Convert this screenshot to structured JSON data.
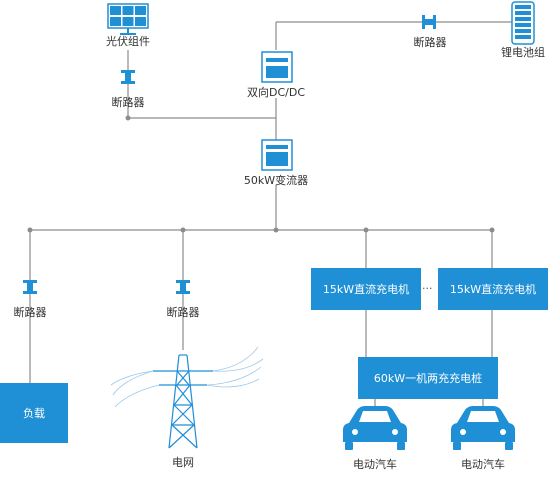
{
  "colors": {
    "accent": "#1f8fd6",
    "line": "#8c8c8c",
    "text": "#333333"
  },
  "labels": {
    "solar": "光伏组件",
    "breaker_solar": "断路器",
    "dcdc": "双向DC/DC",
    "breaker_battery": "断路器",
    "battery": "锂电池组",
    "converter": "50kW变流器",
    "breaker_load": "断路器",
    "breaker_grid": "断路器",
    "load": "负载",
    "grid": "电网",
    "charger_1": "15kW直流充电机",
    "charger_2": "15kW直流充电机",
    "ellipsis": "···",
    "pile": "60kW一机两充充电桩",
    "ev_1": "电动汽车",
    "ev_2": "电动汽车"
  },
  "icons": [
    "solar-panel-icon",
    "breaker-icon",
    "dcdc-icon",
    "converter-icon",
    "battery-icon",
    "grid-tower-icon",
    "car-icon"
  ]
}
